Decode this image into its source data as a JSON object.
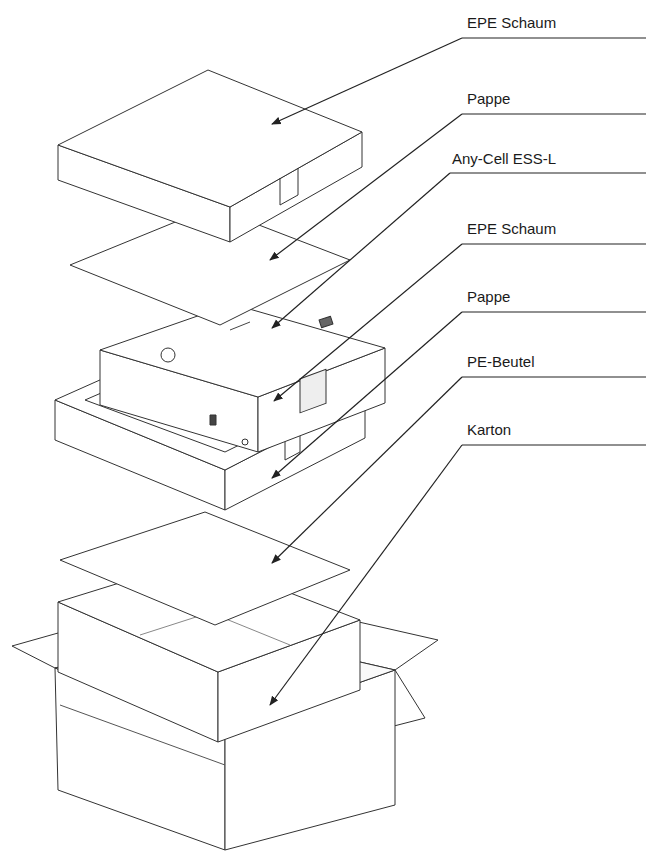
{
  "diagram": {
    "labels": [
      "EPE Schaum",
      "Pappe",
      "Any-Cell ESS-L",
      "EPE Schaum",
      "Pappe",
      "PE-Beutel",
      "Karton"
    ]
  }
}
